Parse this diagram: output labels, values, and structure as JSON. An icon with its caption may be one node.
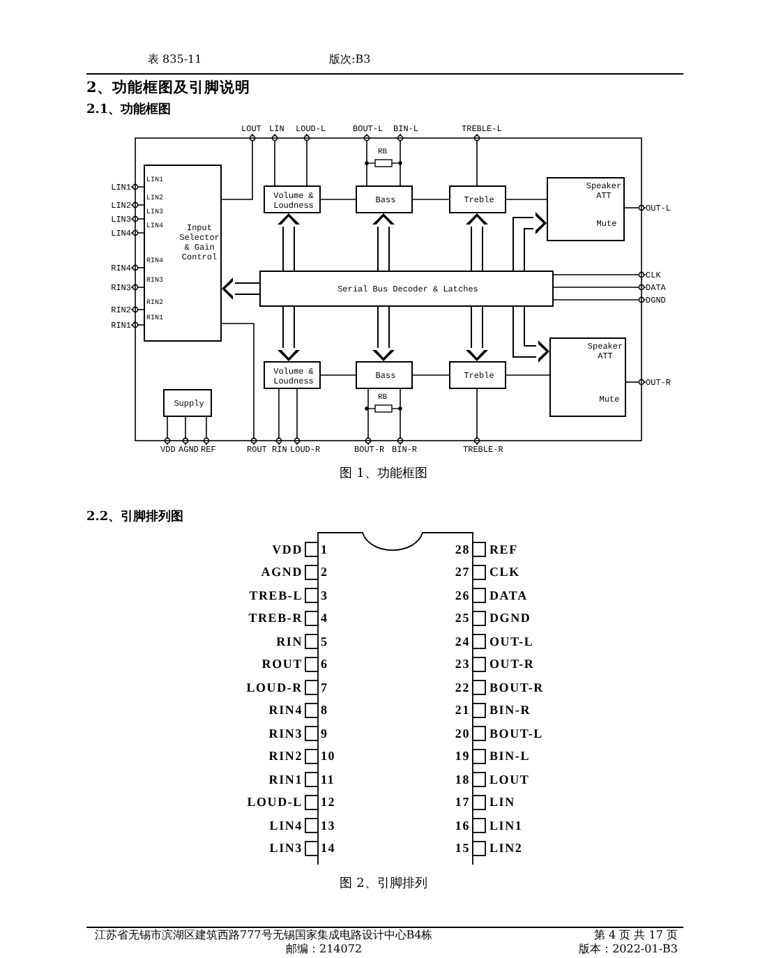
{
  "diagram": {
    "title": "2、功能框图及引脚说明",
    "nodes": [
      {
        "text": [
          "Input Selector & Gain Control"
        ]
      },
      {
        "text": [
          "Volume & Loudness"
        ]
      },
      {
        "text": [
          "Bass"
        ]
      },
      {
        "text": [
          "Treble"
        ]
      },
      {
        "text": [
          "Speaker ATT",
          "Mute"
        ]
      },
      {
        "text": [
          "Serial Bus Decoder & Latches"
        ]
      },
      {
        "text": [
          "Volume & Loudness"
        ]
      },
      {
        "text": [
          "Bass"
        ]
      },
      {
        "text": [
          "Treble"
        ]
      },
      {
        "text": [
          "Speaker ATT",
          "Mute"
        ]
      },
      {
        "text": [
          "Supply"
        ]
      },
      {
        "text": [
          "LIN1"
        ]
      },
      {
        "text": [
          "LIN2"
        ]
      },
      {
        "text": [
          "LIN3"
        ]
      },
      {
        "text": [
          "LIN4"
        ]
      },
      {
        "text": [
          "RIN4"
        ]
      },
      {
        "text": [
          "RIN3"
        ]
      },
      {
        "text": [
          "RIN2"
        ]
      },
      {
        "text": [
          "RIN1"
        ]
      },
      {
        "text": [
          "LOUT"
        ]
      },
      {
        "text": [
          "LIN"
        ]
      },
      {
        "text": [
          "LOUD-L"
        ]
      },
      {
        "text": [
          "BOUT-L"
        ]
      },
      {
        "text": [
          "BIN-L"
        ]
      },
      {
        "text": [
          "TREBLE-L"
        ]
      },
      {
        "text": [
          "OUT-L"
        ]
      },
      {
        "text": [
          "CLK"
        ]
      },
      {
        "text": [
          "DATA"
        ]
      },
      {
        "text": [
          "DGND"
        ]
      },
      {
        "text": [
          "OUT-R"
        ]
      },
      {
        "text": [
          "VDD"
        ]
      },
      {
        "text": [
          "AGND"
        ]
      },
      {
        "text": [
          "REF"
        ]
      },
      {
        "text": [
          "ROUT"
        ]
      },
      {
        "text": [
          "RIN"
        ]
      },
      {
        "text": [
          "LOUD-R"
        ]
      },
      {
        "text": [
          "BOUT-R"
        ]
      },
      {
        "text": [
          "BIN-R"
        ]
      },
      {
        "text": [
          "TREBLE-R"
        ]
      }
    ],
    "edges": [
      {
        "from": 11,
        "to": 0,
        "arrow": "other"
      },
      {
        "from": 12,
        "to": 0,
        "arrow": "other"
      },
      {
        "from": 13,
        "to": 0,
        "arrow": "other"
      },
      {
        "from": 14,
        "to": 0,
        "arrow": "other"
      },
      {
        "from": 15,
        "to": 0,
        "arrow": "other"
      },
      {
        "from": 16,
        "to": 0,
        "arrow": "other"
      },
      {
        "from": 17,
        "to": 0,
        "arrow": "other"
      },
      {
        "from": 18,
        "to": 0,
        "arrow": "other"
      },
      {
        "from": 0,
        "to": 19,
        "arrow": "other"
      },
      {
        "from": 20,
        "to": 1,
        "arrow": "other"
      },
      {
        "from": 21,
        "to": 1,
        "arrow": "other"
      },
      {
        "from": 22,
        "to": 2,
        "arrow": "other"
      },
      {
        "from": 23,
        "to": 2,
        "arrow": "other"
      },
      {
        "from": 24,
        "to": 3,
        "arrow": "other"
      },
      {
        "from": 1,
        "to": 2,
        "arrow": "none"
      },
      {
        "from": 2,
        "to": 3,
        "arrow": "none"
      },
      {
        "from": 3,
        "to": 4,
        "arrow": "none"
      },
      {
        "from": 4,
        "to": 25,
        "arrow": "other"
      },
      {
        "from": 5,
        "to": 0,
        "arrow": "to",
        "style": "thick"
      },
      {
        "from": 5,
        "to": 1,
        "arrow": "to",
        "style": "thick"
      },
      {
        "from": 5,
        "to": 2,
        "arrow": "to",
        "style": "thick"
      },
      {
        "from": 5,
        "to": 3,
        "arrow": "to",
        "style": "thick"
      },
      {
        "from": 5,
        "to": 4,
        "arrow": "to",
        "style": "thick"
      },
      {
        "from": 5,
        "to": 6,
        "arrow": "to",
        "style": "thick"
      },
      {
        "from": 5,
        "to": 7,
        "arrow": "to",
        "style": "thick"
      },
      {
        "from": 5,
        "to": 8,
        "arrow": "to",
        "style": "thick"
      },
      {
        "from": 5,
        "to": 9,
        "arrow": "to",
        "style": "thick"
      },
      {
        "from": 26,
        "to": 5,
        "arrow": "other"
      },
      {
        "from": 27,
        "to": 5,
        "arrow": "other"
      },
      {
        "from": 28,
        "to": 5,
        "arrow": "other"
      },
      {
        "from": 0,
        "to": 33,
        "arrow": "other"
      },
      {
        "from": 34,
        "to": 6,
        "arrow": "other"
      },
      {
        "from": 35,
        "to": 6,
        "arrow": "other"
      },
      {
        "from": 36,
        "to": 7,
        "arrow": "other"
      },
      {
        "from": 37,
        "to": 7,
        "arrow": "other"
      },
      {
        "from": 38,
        "to": 8,
        "arrow": "other"
      },
      {
        "from": 6,
        "to": 7,
        "arrow": "none"
      },
      {
        "from": 7,
        "to": 8,
        "arrow": "none"
      },
      {
        "from": 8,
        "to": 9,
        "arrow": "none"
      },
      {
        "from": 9,
        "to": 29,
        "arrow": "other"
      },
      {
        "from": 10,
        "to": 30,
        "arrow": "other"
      },
      {
        "from": 10,
        "to": 31,
        "arrow": "other"
      },
      {
        "from": 10,
        "to": 32,
        "arrow": "other"
      }
    ],
    "labels": [
      "表 835-11",
      "版次:B3",
      "2.1、功能框图",
      "RB",
      "LIN1",
      "LIN2",
      "LIN3",
      "LIN4",
      "RIN4",
      "RIN3",
      "RIN2",
      "RIN1",
      "RB",
      "图 1、功能框图",
      "2.2、引脚排列图",
      "VDD",
      "1",
      "28",
      "REF",
      "AGND",
      "2",
      "27",
      "CLK",
      "TREB-L",
      "3",
      "26",
      "DATA",
      "TREB-R",
      "4",
      "25",
      "DGND",
      "RIN",
      "5",
      "24",
      "OUT-L",
      "ROUT",
      "6",
      "23",
      "OUT-R",
      "LOUD-R",
      "7",
      "22",
      "BOUT-R",
      "RIN4",
      "8",
      "21",
      "BIN-R",
      "RIN3",
      "9",
      "20",
      "BOUT-L",
      "RIN2",
      "10",
      "19",
      "BIN-L",
      "RIN1",
      "11",
      "18",
      "LOUT",
      "LOUD-L",
      "12",
      "17",
      "LIN",
      "LIN4",
      "13",
      "16",
      "LIN1",
      "LIN3",
      "14",
      "15",
      "LIN2",
      "图 2、引脚排列",
      "江苏省无锡市滨湖区建筑西路777号无锡国家集成电路设计中心B4栋",
      "第 4 页 共 17 页",
      "邮编：214072",
      "版本：2022-01-B3"
    ]
  }
}
